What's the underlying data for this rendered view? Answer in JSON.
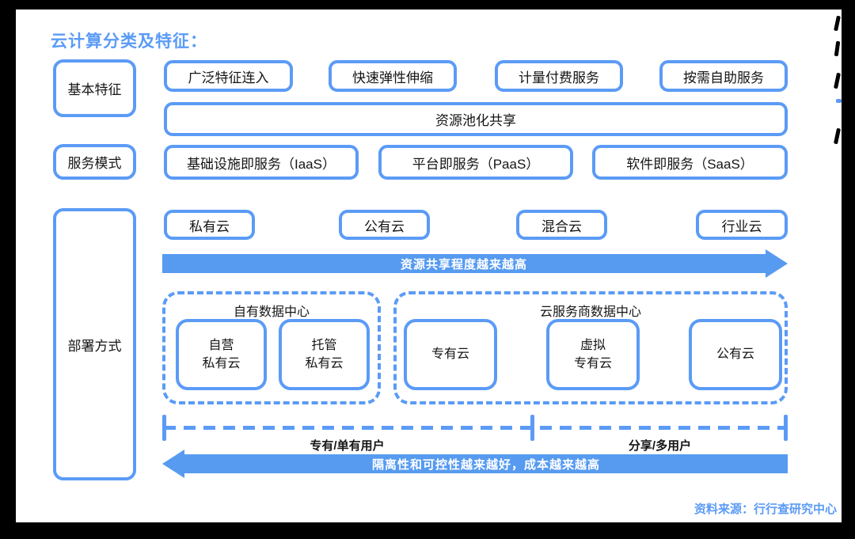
{
  "title": "云计算分类及特征：",
  "colors": {
    "accent": "#5B9BF6",
    "arrow_fill": "#579BF0",
    "arrow_text": "#FFFFFF",
    "box_text": "#151515",
    "background": "#FFFFFF",
    "frame": "#000000"
  },
  "basic_features": {
    "label": "基本特征",
    "items": [
      "广泛特征连入",
      "快速弹性伸缩",
      "计量付费服务",
      "按需自助服务"
    ],
    "shared_pool": "资源池化共享"
  },
  "service_models": {
    "label": "服务模式",
    "items": [
      "基础设施即服务（IaaS）",
      "平台即服务（PaaS）",
      "软件即服务（SaaS）"
    ]
  },
  "deployment": {
    "label": "部署方式",
    "cloud_types": [
      "私有云",
      "公有云",
      "混合云",
      "行业云"
    ],
    "sharing_arrow": "资源共享程度越来越高",
    "datacenters": [
      {
        "title": "自有数据中心",
        "items": [
          "自营\n私有云",
          "托管\n私有云"
        ]
      },
      {
        "title": "云服务商数据中心",
        "items": [
          "专有云",
          "虚拟\n专有云",
          "公有云"
        ]
      }
    ],
    "user_scale": {
      "left": "专有/单有用户",
      "right": "分享/多用户"
    },
    "isolation_arrow": "隔离性和可控性越来越好，成本越来越高"
  },
  "source": "资料来源：行行查研究中心"
}
